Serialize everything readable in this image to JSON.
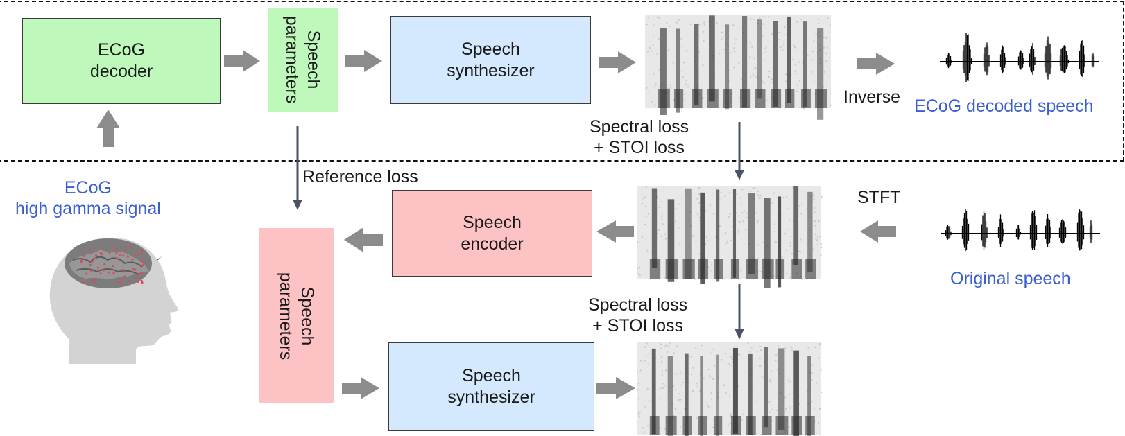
{
  "ecog_decoder": {
    "line1": "ECoG",
    "line2": "decoder"
  },
  "speech_parameters_top": "Speech parameters",
  "speech_synthesizer_top": {
    "line1": "Speech",
    "line2": "synthesizer"
  },
  "inverse_label": "Inverse",
  "ecog_decoded_speech": "ECoG decoded speech",
  "spectral_loss_top": {
    "line1": "Spectral loss",
    "line2": "+ STOI loss"
  },
  "reference_loss": "Reference loss",
  "ecog_signal": {
    "line1": "ECoG",
    "line2": "high gamma signal"
  },
  "speech_encoder": {
    "line1": "Speech",
    "line2": "encoder"
  },
  "stft_label": "STFT",
  "original_speech": "Original speech",
  "speech_parameters_bottom": "Speech parameters",
  "spectral_loss_bottom": {
    "line1": "Spectral loss",
    "line2": "+ STOI loss"
  },
  "speech_synthesizer_bottom": {
    "line1": "Speech",
    "line2": "synthesizer"
  },
  "icons": [
    "brain-head-icon",
    "lightning-bolt-icon",
    "spectrogram-icon",
    "waveform-icon"
  ],
  "colors": {
    "green": "#bff8bb",
    "blue": "#d4e9fd",
    "pink": "#fdc3c4",
    "arrow_gray": "#8c8c8c",
    "arrow_dark": "#485366",
    "label_blue": "#3c5fce"
  }
}
